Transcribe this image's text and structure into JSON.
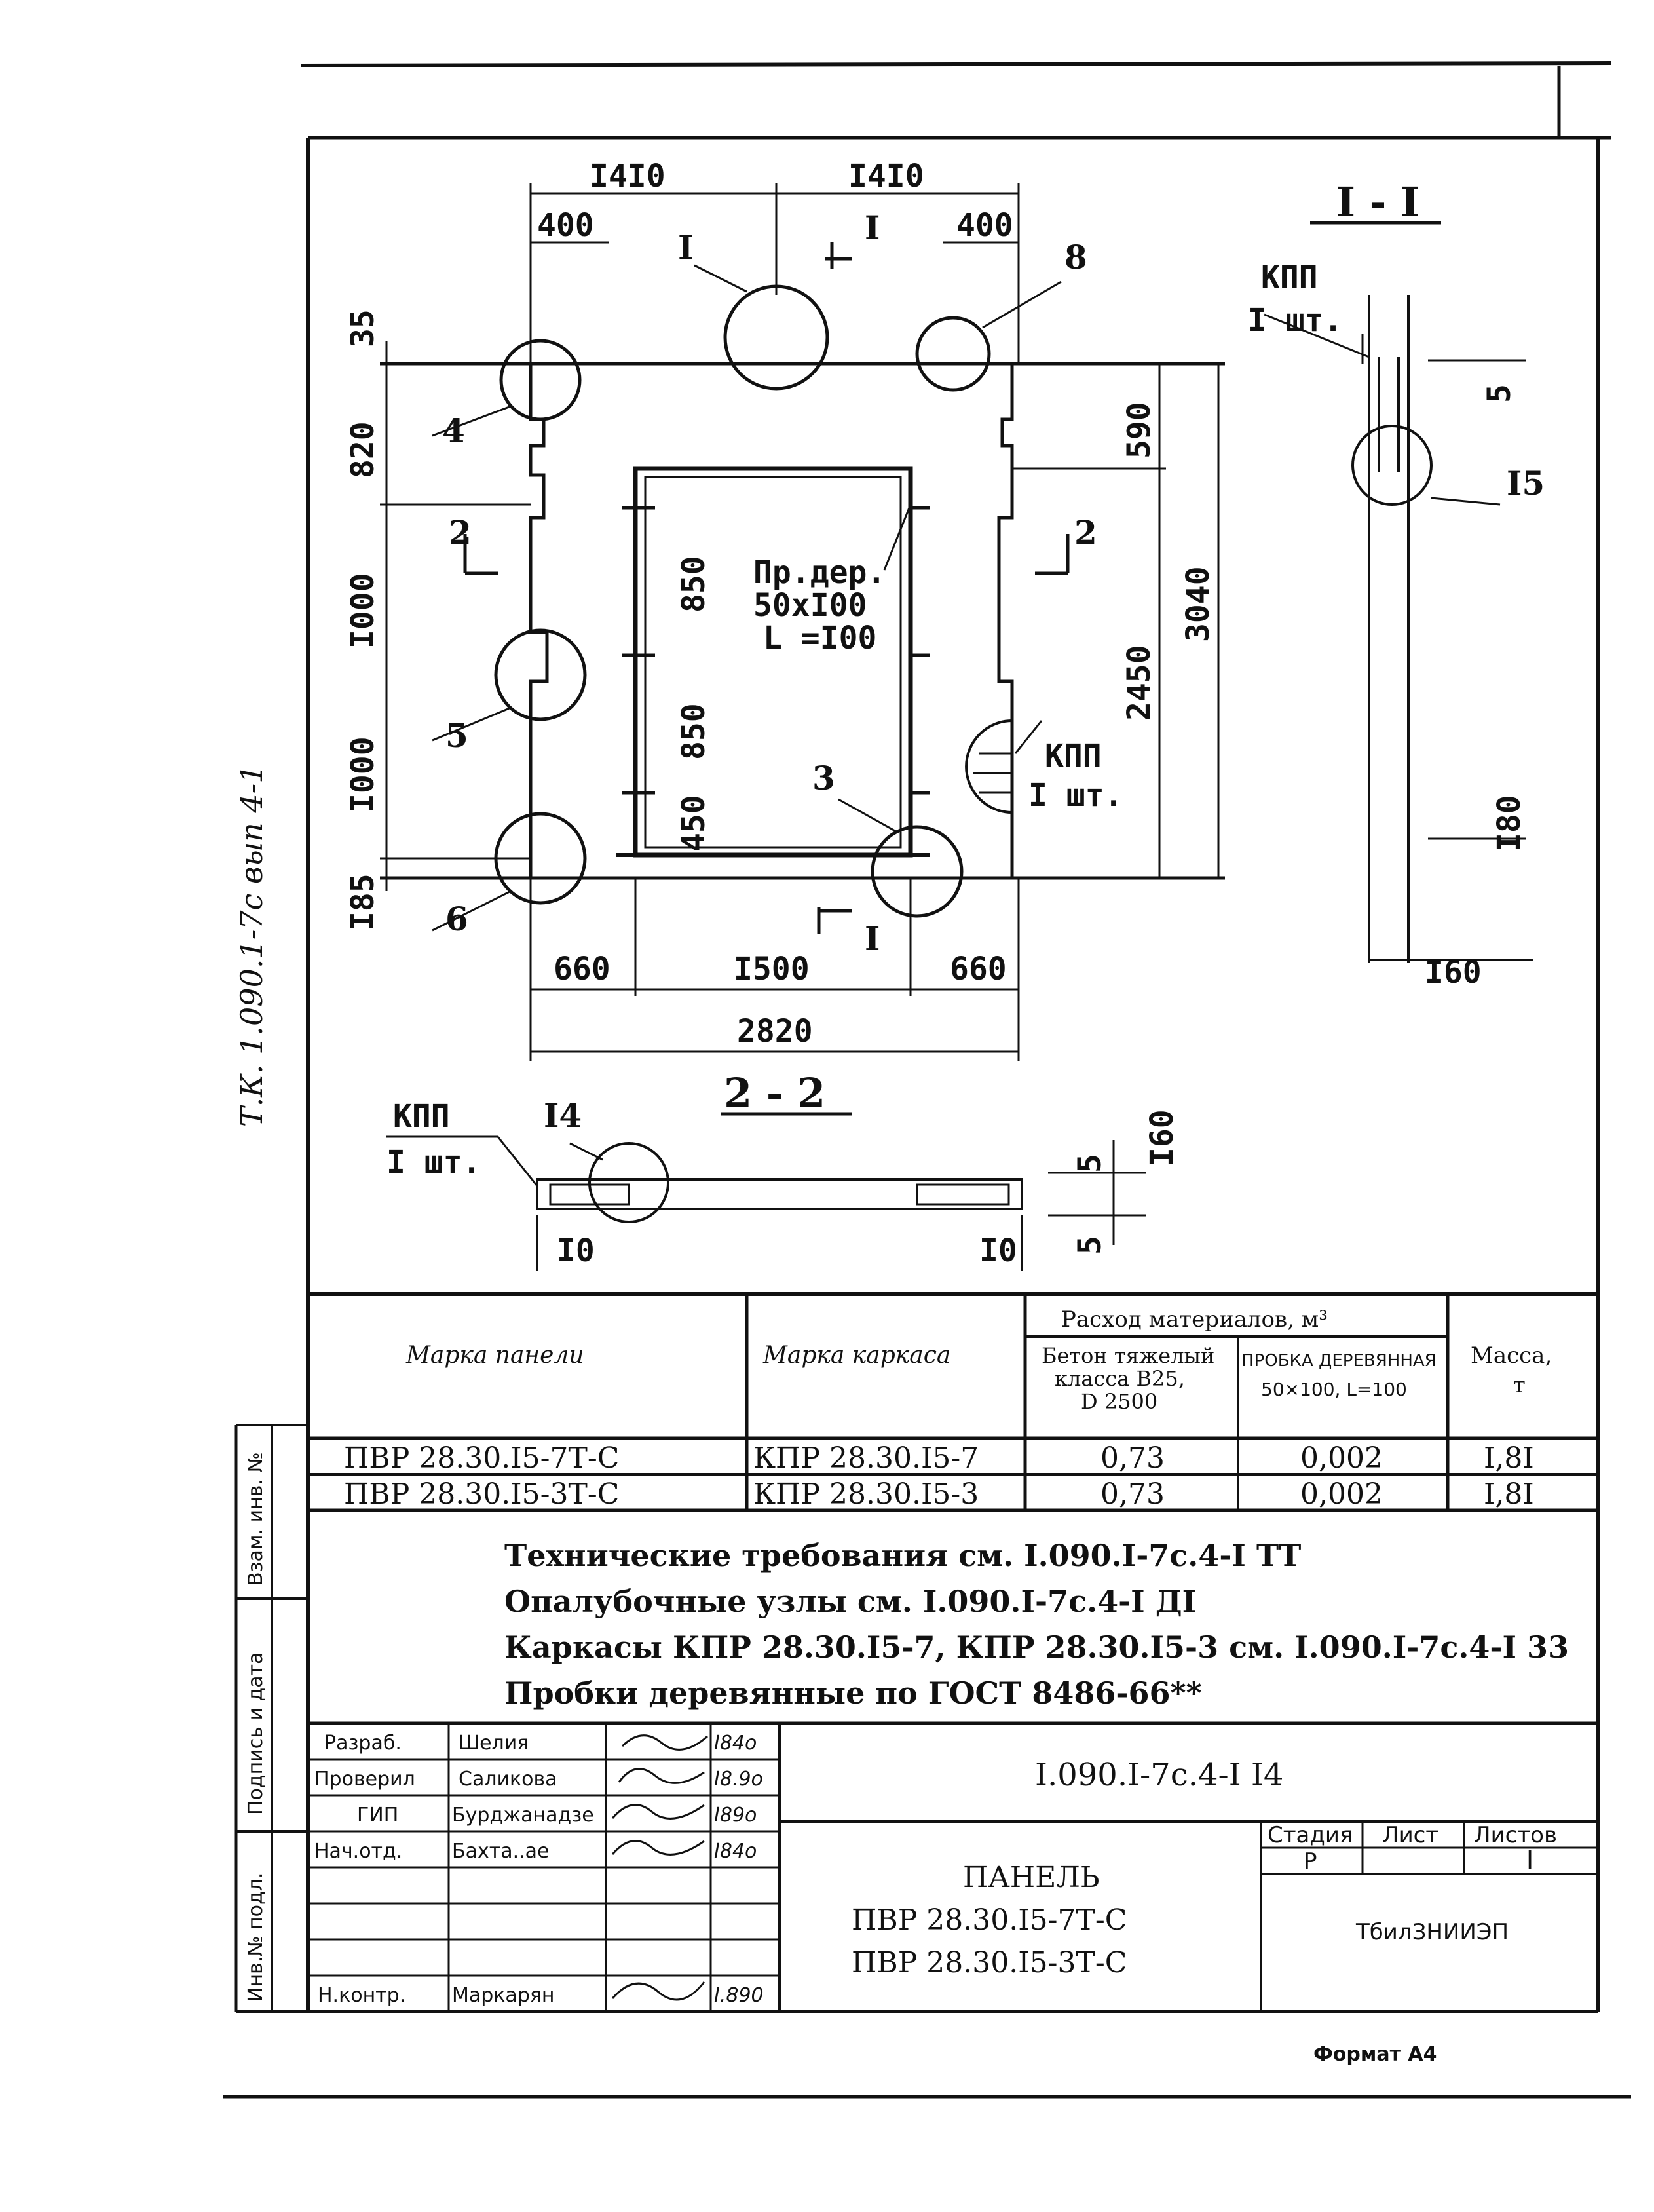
{
  "drawing": {
    "top_dims": {
      "left_span": "I4I0",
      "right_span": "I4I0",
      "left_offset": "400",
      "right_offset": "400"
    },
    "left_dims": {
      "d35": "35",
      "d820": "820",
      "d1000a": "I000",
      "d1000b": "I000",
      "d185": "I85"
    },
    "right_dims": {
      "d590": "590",
      "d3040": "3040",
      "d2450": "2450"
    },
    "inner_dims": {
      "d850a": "850",
      "d850b": "850",
      "d450": "450"
    },
    "bottom_dims": {
      "d660a": "660",
      "d1500": "I500",
      "d660b": "660",
      "d2820": "2820"
    },
    "callouts": {
      "c1": "I",
      "c3": "3",
      "c4": "4",
      "c5": "5",
      "c6": "6",
      "c8": "8",
      "c14": "I4",
      "c15": "I5"
    },
    "section_marks": {
      "s1_top": "I",
      "s1_bottom": "I",
      "s2_left": "2",
      "s2_right": "2"
    },
    "insert_label": {
      "line1": "Пр.дер.",
      "line2": "50хI00",
      "line3": "L =I00"
    },
    "kpp_main": {
      "name": "КПП",
      "qty": "I шт."
    },
    "section_1_1": {
      "title": "I - I",
      "kpp": "КПП",
      "kpp_qty": "I шт.",
      "d5": "5",
      "d180": "I80",
      "d160": "I60"
    },
    "section_2_2": {
      "title": "2 - 2",
      "kpp": "КПП",
      "kpp_qty": "I шт.",
      "d5a": "5",
      "d160": "I60",
      "d5b": "5",
      "d10a": "I0",
      "d10b": "I0"
    },
    "margin_note": "Т.К. 1.090.1-7с вып 4-1"
  },
  "spec_table": {
    "headers": {
      "panel": "Марка панели",
      "frame": "Марка каркаса",
      "materials": "Расход материалов, м³",
      "concrete_l1": "Бетон тяжелый",
      "concrete_l2": "класса B25,",
      "concrete_l3": "D 2500",
      "plug_l1": "ПРОБКА ДЕРЕВЯННАЯ",
      "plug_l2": "50×100, L=100",
      "mass_l1": "Масса,",
      "mass_l2": "т"
    },
    "rows": [
      {
        "panel": "ПВР 28.30.I5-7Т-С",
        "frame": "КПР 28.30.I5-7",
        "concrete": "0,73",
        "plug": "0,002",
        "mass": "I,8I"
      },
      {
        "panel": "ПВР 28.30.I5-3Т-С",
        "frame": "КПР 28.30.I5-3",
        "concrete": "0,73",
        "plug": "0,002",
        "mass": "I,8I"
      }
    ]
  },
  "notes": [
    "Технические требования см. I.090.I-7с.4-I ТТ",
    "Опалубочные узлы см. I.090.I-7с.4-I ДI",
    "Каркасы КПР 28.30.I5-7, КПР 28.30.I5-3 см. I.090.I-7с.4-I 33",
    "Пробки деревянные по ГОСТ 8486-66**"
  ],
  "title_block": {
    "signatures": [
      {
        "role": "Разраб.",
        "name": "Шелия",
        "date": "I84о"
      },
      {
        "role": "Проверил",
        "name": "Саликова",
        "date": "I8.9о"
      },
      {
        "role": "ГИП",
        "name": "Бурджанадзе",
        "date": "I89о"
      },
      {
        "role": "Нач.отд.",
        "name": "Бахта..ае",
        "date": "I84о"
      },
      {
        "role": "",
        "name": "",
        "date": ""
      },
      {
        "role": "",
        "name": "",
        "date": ""
      },
      {
        "role": "Н.контр.",
        "name": "Маркарян",
        "date": "I.890"
      }
    ],
    "doc_code": "I.090.I-7с.4-I I4",
    "item_name": "ПАНЕЛЬ",
    "item_mark_1": "ПВР 28.30.I5-7Т-С",
    "item_mark_2": "ПВР 28.30.I5-3Т-С",
    "stage_label": "Стадия",
    "sheet_label": "Лист",
    "sheets_label": "Листов",
    "stage_value": "Р",
    "sheets_value": "I",
    "org": "ТбилЗНИИЭП"
  },
  "side_stamp": {
    "inv_orig": "Инв.№ подл.",
    "sign_date": "Подпись и дата",
    "replace_inv": "Взам. инв. №"
  },
  "format": "Формат А4"
}
